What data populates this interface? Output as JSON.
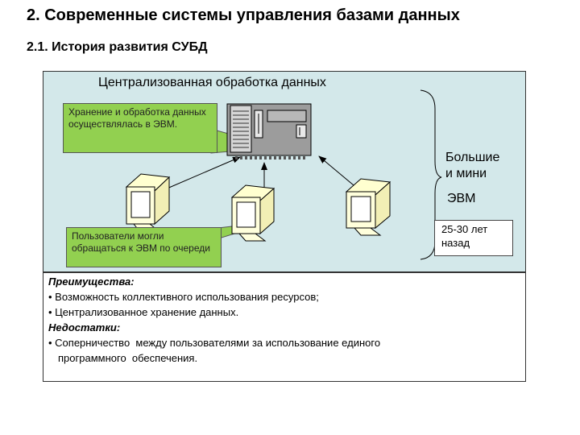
{
  "title": "2. Современные системы управления базами данных",
  "subtitle": "2.1. История развития СУБД",
  "diagram": {
    "heading": "Централизованная обработка данных",
    "callout_storage": "Хранение и обработка данных осуществлялась в ЭВМ.",
    "callout_users": "Пользователи могли обращаться к ЭВМ по очереди",
    "label_big": "Большие и мини",
    "label_evm": "ЭВМ",
    "years": "25-30 лет назад",
    "icons": [
      "mainframe-icon",
      "terminal-icon",
      "terminal-icon",
      "terminal-icon"
    ],
    "callout_color": "#92d050",
    "panel_color": "#d3e8ea"
  },
  "pros": {
    "header": "Преимущества:",
    "items": [
      "• Возможность коллективного использования ресурсов;",
      "• Централизованное хранение данных."
    ]
  },
  "cons": {
    "header": "Недостатки:",
    "item_line1": "• Соперничество  между пользователями за использование единого",
    "item_line2": "программного  обеспечения."
  }
}
